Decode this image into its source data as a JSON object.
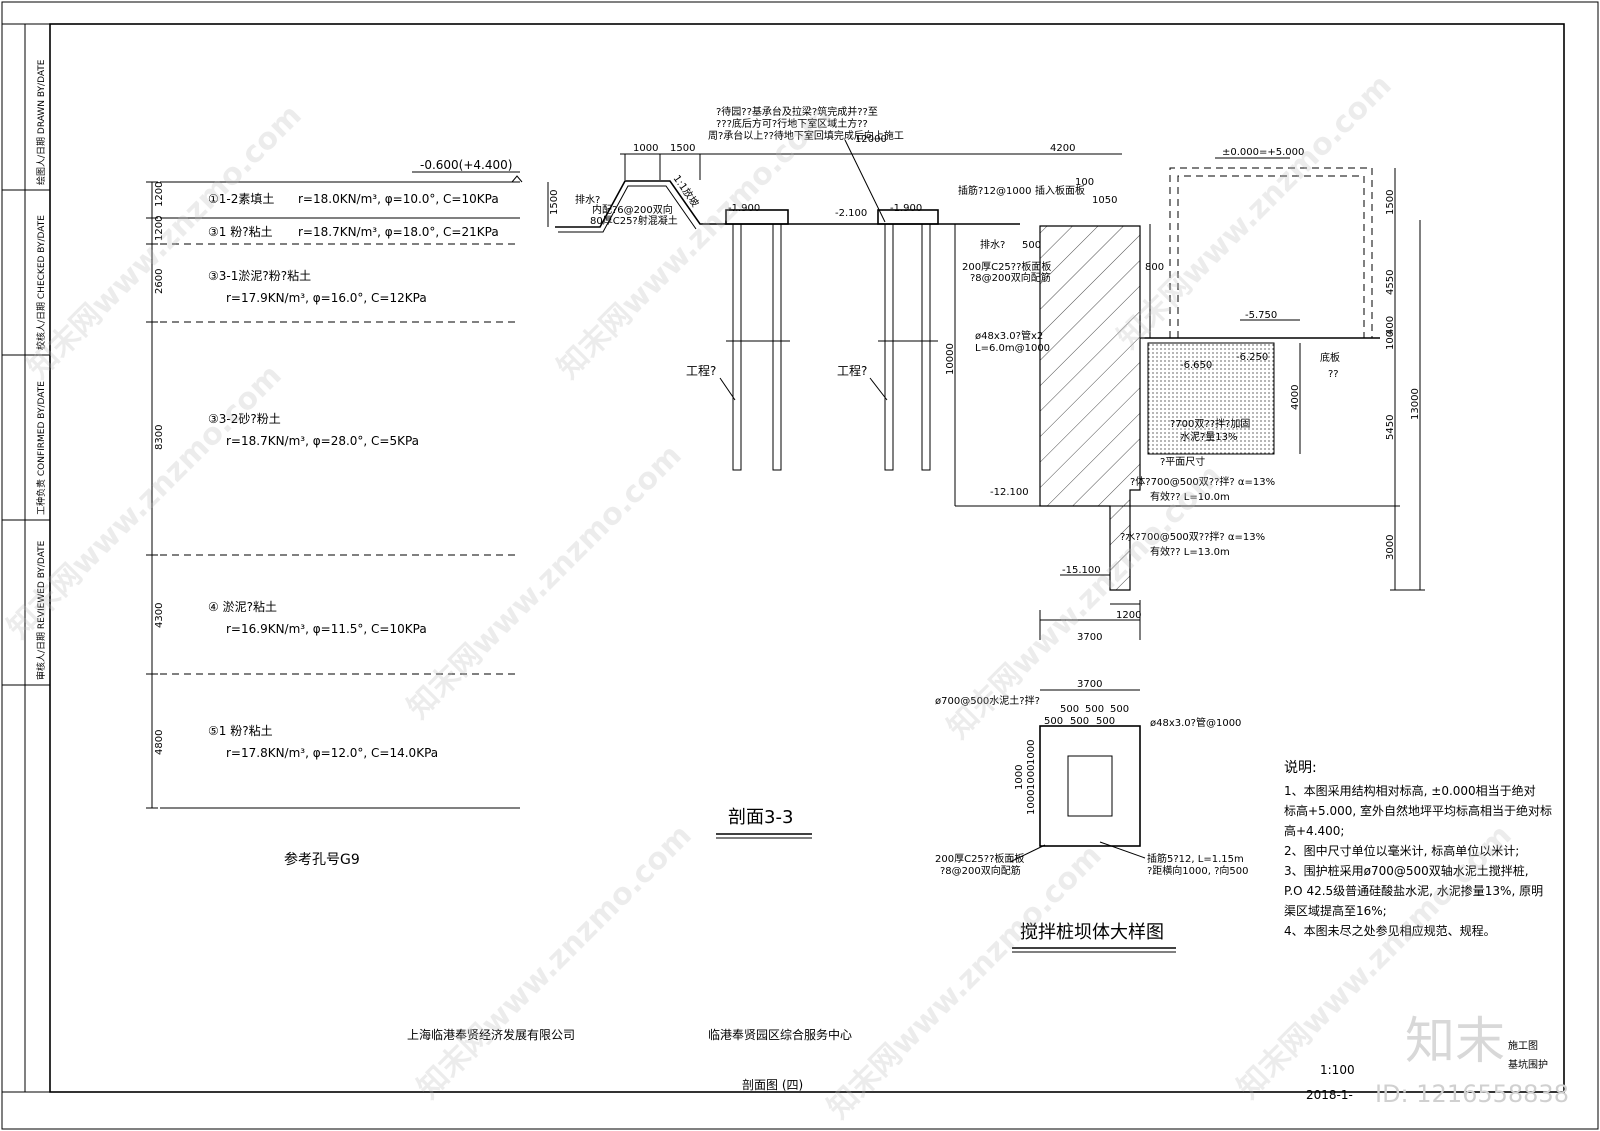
{
  "side_labels": {
    "drawn": "绘图人/日期 DRAWN BY/DATE",
    "checked": "校核人/日期 CHECKED BY/DATE",
    "confirmed": "工种负责 CONFIRMED BY/DATE",
    "reviewed": "审核人/日期 REVIEWED BY/DATE"
  },
  "soil": {
    "top_elev": "-0.600(+4.400)",
    "ref_hole": "参考孔号G9",
    "layers": [
      {
        "name": "①1-2素填土",
        "params": "r=18.0KN/m³, φ=10.0°, C=10KPa",
        "thick": "1200"
      },
      {
        "name": "③1 粉?粘土",
        "params": "r=18.7KN/m³, φ=18.0°, C=21KPa",
        "thick": "1200"
      },
      {
        "name": "③3-1淤泥?粉?粘土",
        "params": "r=17.9KN/m³, φ=16.0°, C=12KPa",
        "thick": "2600"
      },
      {
        "name": "③3-2砂?粉土",
        "params": "r=18.7KN/m³, φ=28.0°, C=5KPa",
        "thick": "8300"
      },
      {
        "name": "④ 淤泥?粘土",
        "params": "r=16.9KN/m³, φ=11.5°, C=10KPa",
        "thick": "4300"
      },
      {
        "name": "⑤1 粉?粘土",
        "params": "r=17.8KN/m³, φ=12.0°, C=14.0KPa",
        "thick": "4800"
      }
    ]
  },
  "section": {
    "title": "剖面3-3",
    "note_top": [
      "?待园??基承台及拉梁?筑完成并??至",
      "???底后方可?行地下室区域土方??",
      "周?承台以上??待地下室回填完成后向上施工"
    ],
    "dims_top": [
      "1000",
      "1500",
      "12000",
      "4200",
      "100",
      "1050"
    ],
    "left_labels": [
      "排水?",
      "内配?6@200双向",
      "80厚C25?射混凝土",
      "1:1放坡"
    ],
    "elevs": [
      "-1.900",
      "-2.100",
      "-1.900",
      "-5.750",
      "-6.650",
      "-6.250",
      "-12.100",
      "-15.100",
      "±0.000=+5.000"
    ],
    "pile_label": "工程?",
    "wall_labels": [
      "插筋?12@1000",
      "插入板面板",
      "排水?",
      "200厚C25??板面板",
      "?8@200双向配筋",
      "ø48x3.0?管x2",
      "L=6.0m@1000"
    ],
    "inner_labels": [
      "?700双??拌?加固",
      "水泥?量13%",
      "?平面尺寸",
      "?体?700@500双??拌? α=13%",
      "有效?? L=10.0m",
      "?水?700@500双??拌? α=13%",
      "有效?? L=13.0m",
      "底板",
      "??"
    ],
    "dims_right": [
      "1500",
      "4550",
      "100",
      "400",
      "13000",
      "5450",
      "3000",
      "4000",
      "10000",
      "800",
      "500",
      "1200",
      "3700"
    ]
  },
  "detail": {
    "title": "搅拌桩坝体大样图",
    "top_dim": "3700",
    "label_top": "ø700@500水泥土?拌?",
    "label_pipe": "ø48x3.0?管@1000",
    "dims_500": [
      "500",
      "500",
      "500",
      "500",
      "500",
      "500"
    ],
    "dims_1000": [
      "1000",
      "1000",
      "1000",
      "1000"
    ],
    "label_bl1": "200厚C25??板面板",
    "label_bl2": "?8@200双向配筋",
    "label_br1": "插筋5?12, L=1.15m",
    "label_br2": "?距横向1000, ?向500"
  },
  "notes": {
    "heading": "说明:",
    "lines": [
      "1、本图采用结构相对标高, ±0.000相当于绝对",
      "标高+5.000, 室外自然地坪平均标高相当于绝对标",
      "高+4.400;",
      "2、图中尺寸单位以毫米计, 标高单位以米计;",
      "3、围护桩采用ø700@500双轴水泥土搅拌桩,",
      "P.O 42.5级普通硅酸盐水泥, 水泥掺量13%, 原明",
      "渠区域提高至16%;",
      "4、本图未尽之处参见相应规范、规程。"
    ]
  },
  "footer": {
    "company": "上海临港奉贤经济发展有限公司",
    "project": "临港奉贤园区综合服务中心",
    "drawing": "剖面图 (四)",
    "scale": "1:100",
    "date": "2018-1-",
    "stage": "施工图",
    "type": "基坑围护"
  },
  "watermark": {
    "site": "知末网www.znzmo.com",
    "brand": "知末",
    "id": "ID: 1216558838"
  }
}
